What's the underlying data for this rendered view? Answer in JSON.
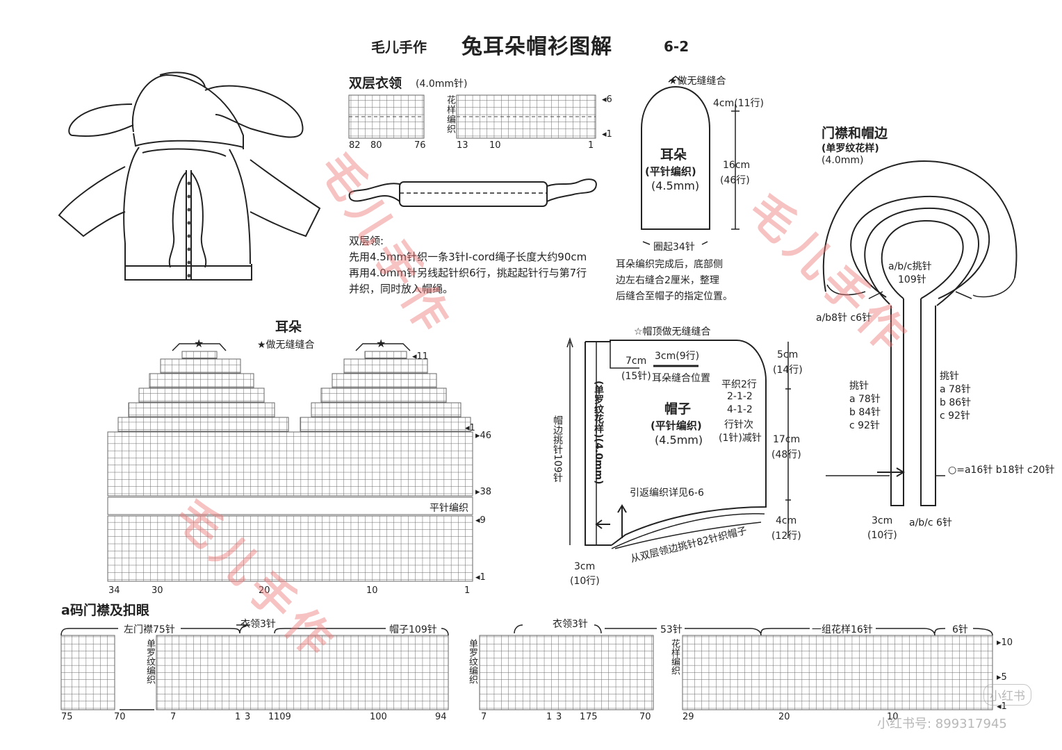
{
  "header": {
    "brand": "毛儿手作",
    "title": "兔耳朵帽衫图解",
    "page": "6-2"
  },
  "collar": {
    "title": "双层衣领",
    "needle": "(4.0mm针)",
    "pattern_label": "花样编织",
    "chart_nums_left": [
      "82",
      "80",
      "76"
    ],
    "chart_nums_right": [
      "13",
      "10",
      "1"
    ],
    "row_top": "6",
    "row_bottom": "1",
    "note_title": "双层领:",
    "note_lines": [
      "先用4.5mm针织一条3针I-cord绳子长度大约90cm",
      "再用4.0mm针另线起针织6行，挑起起针行与第7行",
      "并织，同时放入帽绳。"
    ]
  },
  "ear_schematic": {
    "top_note": "★做无缝缝合",
    "top_dim": "4cm(11行)",
    "name": "耳朵",
    "stitch": "(平针编织)",
    "needle": "(4.5mm)",
    "height": "16cm",
    "height_rows": "(46行)",
    "cast_on": "圈起34针",
    "note_lines": [
      "耳朵编织完成后，底部侧",
      "边左右缝合2厘米，整理",
      "后缝合至帽子的指定位置。"
    ]
  },
  "placket": {
    "title": "门襟和帽边",
    "pattern": "(单罗纹花样)",
    "needle": "(4.0mm)",
    "pick_total": "a/b/c挑针",
    "pick_total_count": "109针",
    "left_label": "a/b8针 c6针",
    "left_pick": [
      "挑针",
      "a 78针",
      "b 84针",
      "c 92针"
    ],
    "right_pick": [
      "挑针",
      "a 78针",
      "b 86针",
      "c 92针"
    ],
    "buttonhole": "○=a16针 b18针 c20针",
    "bottom_dim": "3cm",
    "bottom_rows": "(10行)",
    "bottom_sts": "a/b/c 6针"
  },
  "ear_chart": {
    "title": "耳朵",
    "note": "★做无缝缝合",
    "row_11": "11",
    "row_46": "46",
    "row_38": "38",
    "row_9": "9",
    "row_1a": "1",
    "row_1b": "1",
    "band_label": "平针编织",
    "x_labels": [
      "34",
      "30",
      "20",
      "10",
      "1"
    ]
  },
  "hood": {
    "top_note": "☆帽顶做无缝缝合",
    "d3": "3cm(9行)",
    "d7": "7cm",
    "d7_rows": "(15针)",
    "ear_pos": "耳朵缝合位置",
    "name": "帽子",
    "stitch": "(平针编织)",
    "needle": "(4.5mm)",
    "dec": [
      "平织2行",
      "2-1-2",
      "4-1-2",
      "行针次",
      "(1针)减针"
    ],
    "d5": "5cm",
    "d5_rows": "(14行)",
    "d17": "17cm",
    "d17_rows": "(48行)",
    "d4": "4cm",
    "d4_rows": "(12行)",
    "side_pattern": "(单罗纹花样)(4.0mm)",
    "edge_pick": "帽边挑针109针",
    "short_row": "引返编织详见6-6",
    "pickup": "从双层领边挑针82针织帽子",
    "bottom": "3cm",
    "bottom_rows": "(10行)"
  },
  "bottom_chart": {
    "title": "a码门襟及扣眼",
    "labels": [
      "左门襟75针",
      "衣领3针",
      "帽子109针",
      "衣领3针",
      "53针",
      "一组花样16针",
      "6针"
    ],
    "side1": "单罗纹编织",
    "side2": "单罗纹编织",
    "side3": "花样编织",
    "row_10": "10",
    "row_5": "5",
    "row_1": "1",
    "x_labels": [
      "75",
      "70",
      "7",
      "1",
      "3",
      "1",
      "109",
      "100",
      "94",
      "7",
      "1",
      "3",
      "1",
      "75",
      "70",
      "29",
      "20",
      "10"
    ]
  },
  "watermarks": {
    "main": "毛儿手作",
    "platform": "小红书号: 899317945",
    "logo": "小红书"
  }
}
